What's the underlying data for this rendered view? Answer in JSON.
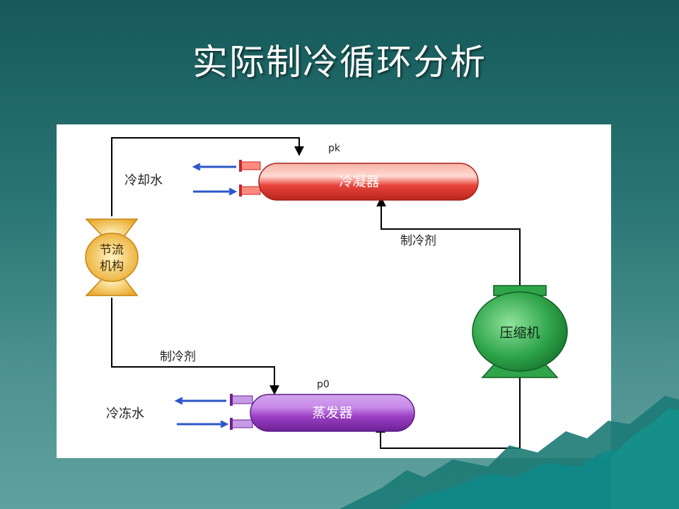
{
  "slide": {
    "title": "实际制冷循环分析"
  },
  "diagram": {
    "labels": {
      "pressure_high": "pk",
      "pressure_low": "p0",
      "condenser": "冷凝器",
      "evaporator": "蒸发器",
      "compressor": "压缩机",
      "throttle_line1": "节流",
      "throttle_line2": "机构",
      "cooling_water": "冷却水",
      "chilled_water": "冷冻水",
      "refrigerant_top": "制冷剂",
      "refrigerant_bottom": "制冷剂"
    },
    "colors": {
      "condenser": "#e8453c",
      "evaporator": "#9a3fc4",
      "compressor": "#1f8a3a",
      "throttle_valve": "#f0b93a",
      "pipe": "#000000",
      "water_arrow": "#2b57c9"
    }
  }
}
